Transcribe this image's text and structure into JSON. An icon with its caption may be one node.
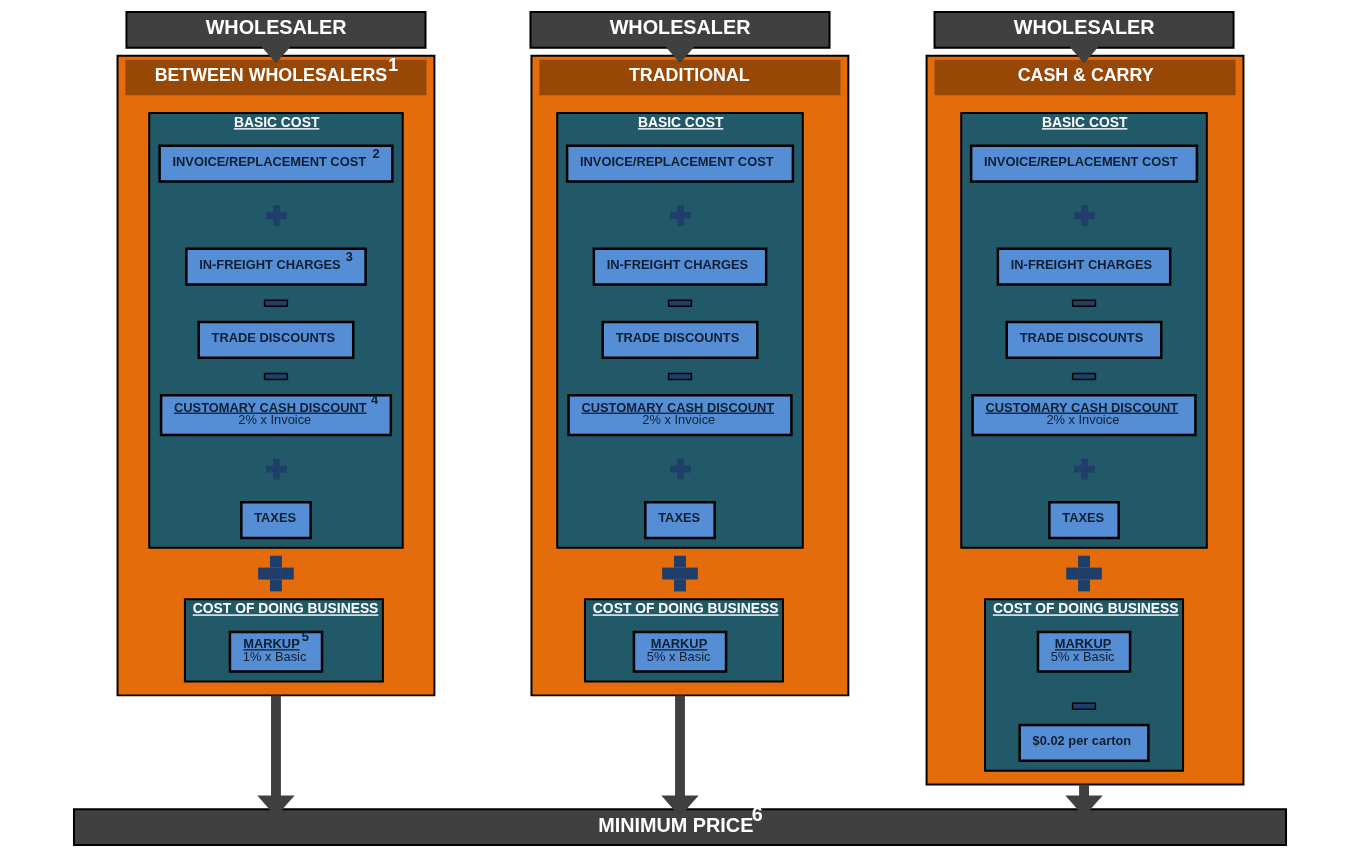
{
  "diagram": {
    "nodes": [
      {
        "text": [
          "WHOLESALER"
        ]
      },
      {
        "text": [
          "WHOLESALER"
        ]
      },
      {
        "text": [
          "WHOLESALER"
        ]
      },
      {
        "text": [
          "BETWEEN WHOLESALERS$^{1}$"
        ]
      },
      {
        "text": [
          "BASIC COST"
        ],
        "in": 3
      },
      {
        "text": [
          "INVOICE/REPLACEMENT COST$^{2}$"
        ],
        "in": 4
      },
      {
        "text": [],
        "shape": "plus",
        "in": 4
      },
      {
        "text": [
          "IN-FREIGHT CHARGES$^{3}$"
        ],
        "in": 4
      },
      {
        "text": [],
        "shape": "minus",
        "in": 4
      },
      {
        "text": [
          "TRADE DISCOUNTS"
        ],
        "in": 4
      },
      {
        "text": [],
        "shape": "minus",
        "in": 4
      },
      {
        "text": [
          "CUSTOMARY CASH DISCOUNT$^{4}$",
          "2% x Invoice"
        ],
        "in": 4
      },
      {
        "text": [],
        "shape": "plus",
        "in": 4
      },
      {
        "text": [
          "TAXES"
        ],
        "in": 4
      },
      {
        "text": [],
        "shape": "plus",
        "in": 3
      },
      {
        "text": [
          "COST OF DOING BUSINESS"
        ],
        "in": 3
      },
      {
        "text": [
          "MARKUP$^{5}$",
          "1% x Basic"
        ],
        "in": 15
      },
      {
        "text": [
          "TRADITIONAL"
        ]
      },
      {
        "text": [
          "BASIC COST"
        ],
        "in": 17
      },
      {
        "text": [
          "INVOICE/REPLACEMENT COST"
        ],
        "in": 18
      },
      {
        "text": [],
        "shape": "plus",
        "in": 18
      },
      {
        "text": [
          "IN-FREIGHT CHARGES"
        ],
        "in": 18
      },
      {
        "text": [],
        "shape": "minus",
        "in": 18
      },
      {
        "text": [
          "TRADE DISCOUNTS"
        ],
        "in": 18
      },
      {
        "text": [],
        "shape": "minus",
        "in": 18
      },
      {
        "text": [
          "CUSTOMARY CASH DISCOUNT",
          "2% x Invoice"
        ],
        "in": 18
      },
      {
        "text": [],
        "shape": "plus",
        "in": 18
      },
      {
        "text": [
          "TAXES"
        ],
        "in": 18
      },
      {
        "text": [],
        "shape": "plus",
        "in": 17
      },
      {
        "text": [
          "COST OF DOING BUSINESS"
        ],
        "in": 17
      },
      {
        "text": [
          "MARKUP",
          "5% x Basic"
        ],
        "in": 29
      },
      {
        "text": [
          "CASH & CARRY"
        ]
      },
      {
        "text": [
          "BASIC COST"
        ],
        "in": 31
      },
      {
        "text": [
          "INVOICE/REPLACEMENT COST"
        ],
        "in": 32
      },
      {
        "text": [],
        "shape": "plus",
        "in": 32
      },
      {
        "text": [
          "IN-FREIGHT CHARGES"
        ],
        "in": 32
      },
      {
        "text": [],
        "shape": "minus",
        "in": 32
      },
      {
        "text": [
          "TRADE DISCOUNTS"
        ],
        "in": 32
      },
      {
        "text": [],
        "shape": "minus",
        "in": 32
      },
      {
        "text": [
          "CUSTOMARY CASH DISCOUNT",
          "2% x Invoice"
        ],
        "in": 32
      },
      {
        "text": [],
        "shape": "plus",
        "in": 32
      },
      {
        "text": [
          "TAXES"
        ],
        "in": 32
      },
      {
        "text": [],
        "shape": "plus",
        "in": 31
      },
      {
        "text": [
          "COST OF DOING BUSINESS"
        ],
        "in": 31
      },
      {
        "text": [
          "MARKUP",
          "5% x Basic"
        ],
        "in": 43
      },
      {
        "text": [],
        "shape": "minus",
        "in": 43
      },
      {
        "text": [
          "$0.02 per carton"
        ],
        "in": 43
      },
      {
        "text": [
          "MINIMUM PRICE$^{6}$"
        ]
      }
    ],
    "edges": [
      {
        "from": 0,
        "to": 3,
        "arrow": "to"
      },
      {
        "from": 1,
        "to": 17,
        "arrow": "to"
      },
      {
        "from": 2,
        "to": 31,
        "arrow": "to"
      },
      {
        "from": 3,
        "to": 47,
        "arrow": "to"
      },
      {
        "from": 17,
        "to": 47,
        "arrow": "to"
      },
      {
        "from": 31,
        "to": 47,
        "arrow": "to"
      }
    ]
  }
}
